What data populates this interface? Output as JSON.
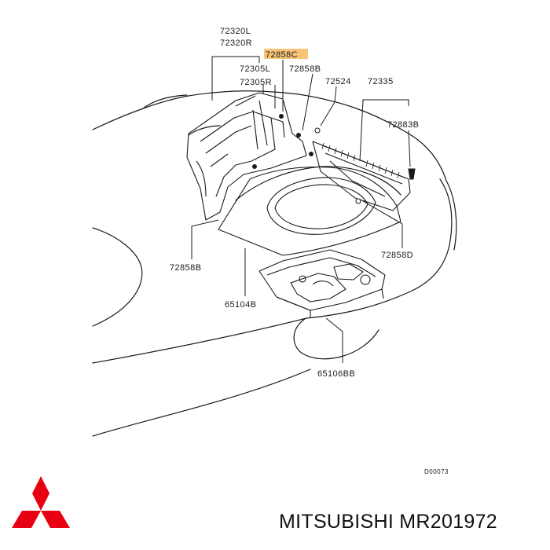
{
  "diagram": {
    "parts": [
      {
        "id": "72320L",
        "label": "72320L"
      },
      {
        "id": "72320R",
        "label": "72320R"
      },
      {
        "id": "72858C",
        "label": "72858C",
        "highlighted": true
      },
      {
        "id": "72305L",
        "label": "72305L"
      },
      {
        "id": "72858B_top",
        "label": "72858B"
      },
      {
        "id": "72524",
        "label": "72524"
      },
      {
        "id": "72335",
        "label": "72335"
      },
      {
        "id": "72305R",
        "label": "72305R"
      },
      {
        "id": "72883B",
        "label": "72883B"
      },
      {
        "id": "72858B_left",
        "label": "72858B"
      },
      {
        "id": "72858D",
        "label": "72858D"
      },
      {
        "id": "65104B",
        "label": "65104B"
      },
      {
        "id": "65106BB",
        "label": "65106BB"
      }
    ],
    "reference_code": "D00073",
    "highlight_color": "#f5b24a",
    "line_color": "#1a1a1a"
  },
  "caption": {
    "brand": "MITSUBISHI",
    "part_number": "MR201972",
    "text": "MITSUBISHI MR201972"
  },
  "logo": {
    "icon": "three-diamonds-icon",
    "color": "#e60012"
  }
}
